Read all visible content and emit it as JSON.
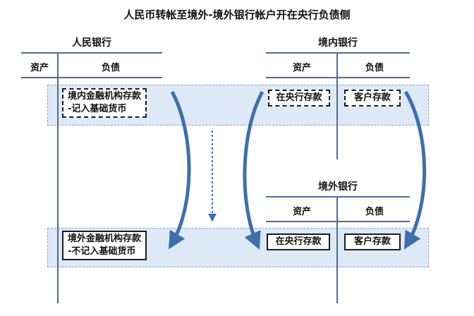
{
  "title": "人民币转帐至境外-境外银行帐户开在央行负债侧",
  "banks": {
    "rmb": {
      "title": "人民银行",
      "assets": "资产",
      "liabilities": "负债"
    },
    "domestic": {
      "title": "境内银行",
      "assets": "资产",
      "liabilities": "负债"
    },
    "foreign": {
      "title": "境外银行",
      "assets": "资产",
      "liabilities": "负债"
    }
  },
  "entries": {
    "pboc_top": {
      "line1": "境内金融机构存款",
      "line2": "-记入基础货币"
    },
    "pboc_bottom": {
      "line1": "境外金融机构存款",
      "line2": "-不记入基础货币"
    },
    "domestic_asset": "在央行存款",
    "domestic_liability": "客户存款",
    "foreign_asset": "在央行存款",
    "foreign_liability": "客户存款"
  },
  "colors": {
    "line": "#4a6f96",
    "band": "#dde9f7",
    "arrow": "#3f6fa8"
  }
}
